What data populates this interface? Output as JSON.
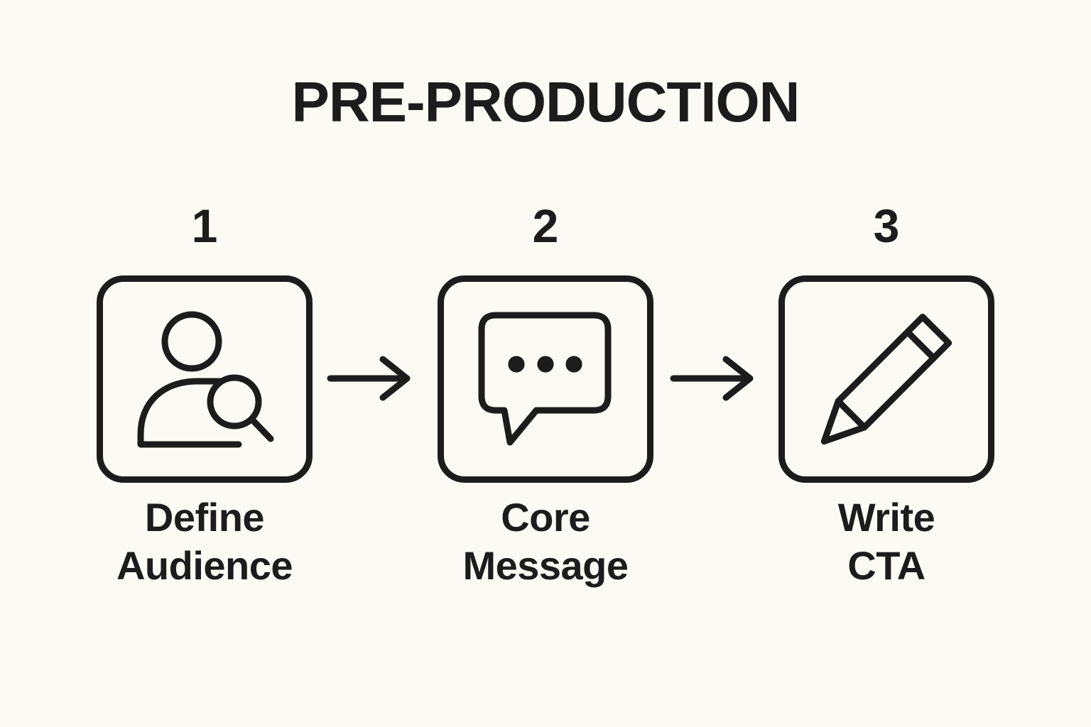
{
  "title": "PRE-PRODUCTION",
  "colors": {
    "background": "#FCFAF4",
    "ink": "#1C1C1C"
  },
  "steps": [
    {
      "number": "1",
      "icon": "audience-search-icon",
      "label": [
        "Define",
        "Audience"
      ]
    },
    {
      "number": "2",
      "icon": "speech-bubble-icon",
      "label": [
        "Core",
        "Message"
      ]
    },
    {
      "number": "3",
      "icon": "pencil-icon",
      "label": [
        "Write",
        "CTA"
      ]
    }
  ]
}
